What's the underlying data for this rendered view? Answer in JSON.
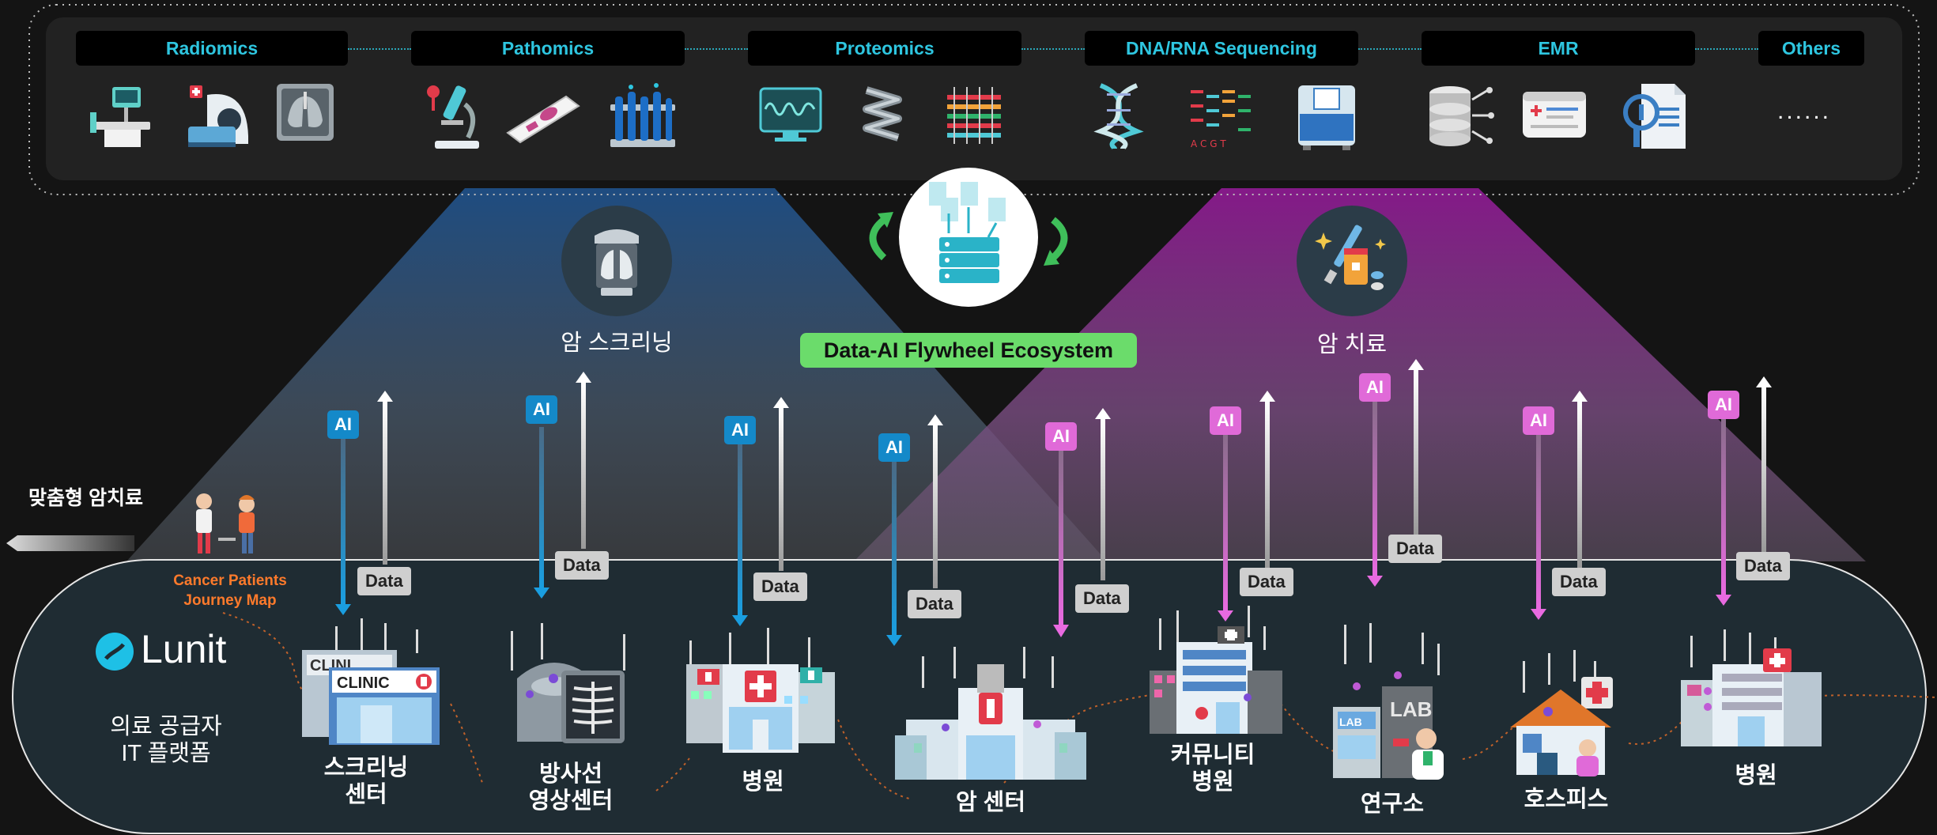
{
  "data_categories": [
    {
      "label": "Radiomics",
      "icons": [
        "patient-monitor-icon",
        "ct-scanner-icon",
        "lung-xray-icon"
      ]
    },
    {
      "label": "Pathomics",
      "icons": [
        "microscope-icon",
        "pathology-slide-icon",
        "test-tubes-icon"
      ]
    },
    {
      "label": "Proteomics",
      "icons": [
        "waveform-monitor-icon",
        "protein-helix-icon",
        "protein-array-icon"
      ]
    },
    {
      "label": "DNA/RNA Sequencing",
      "icons": [
        "dna-helix-icon",
        "acgt-sequence-icon",
        "sequencer-machine-icon"
      ]
    },
    {
      "label": "EMR",
      "icons": [
        "database-icon",
        "medical-record-card-icon",
        "document-search-icon"
      ]
    },
    {
      "label": "Others",
      "icons": [
        "ellipsis-icon"
      ]
    }
  ],
  "others_ellipsis": "......",
  "flywheel_label": "Data-AI Flywheel Ecosystem",
  "screening_label": "암 스크리닝",
  "treatment_label": "암 치료",
  "personalized_label": "맞춤형 암치료",
  "journey_label": "Cancer Patients\nJourney Map",
  "lunit_brand": "Lunit",
  "platform_label": "의료 공급자\nIT 플랫폼",
  "ai_label": "AI",
  "data_label": "Data",
  "facilities": [
    {
      "label": "스크리닝\n센터",
      "clinic_sign": "CLINIC",
      "clinic_sign_back": "CLINI"
    },
    {
      "label": "방사선\n영상센터"
    },
    {
      "label": "병원"
    },
    {
      "label": "암 센터"
    },
    {
      "label": "커뮤니티\n병원"
    },
    {
      "label": "연구소",
      "lab_sign": "LAB"
    },
    {
      "label": "호스피스"
    },
    {
      "label": "병원"
    }
  ],
  "colors": {
    "background": "#141414",
    "accent_cyan": "#2ec6e0",
    "ai_blue": "#1489c9",
    "ai_pink": "#e06ad8",
    "flywheel_green": "#6bdc6b",
    "journey_orange": "#ff7a2b",
    "lunit_cyan": "#1ec0e6"
  }
}
